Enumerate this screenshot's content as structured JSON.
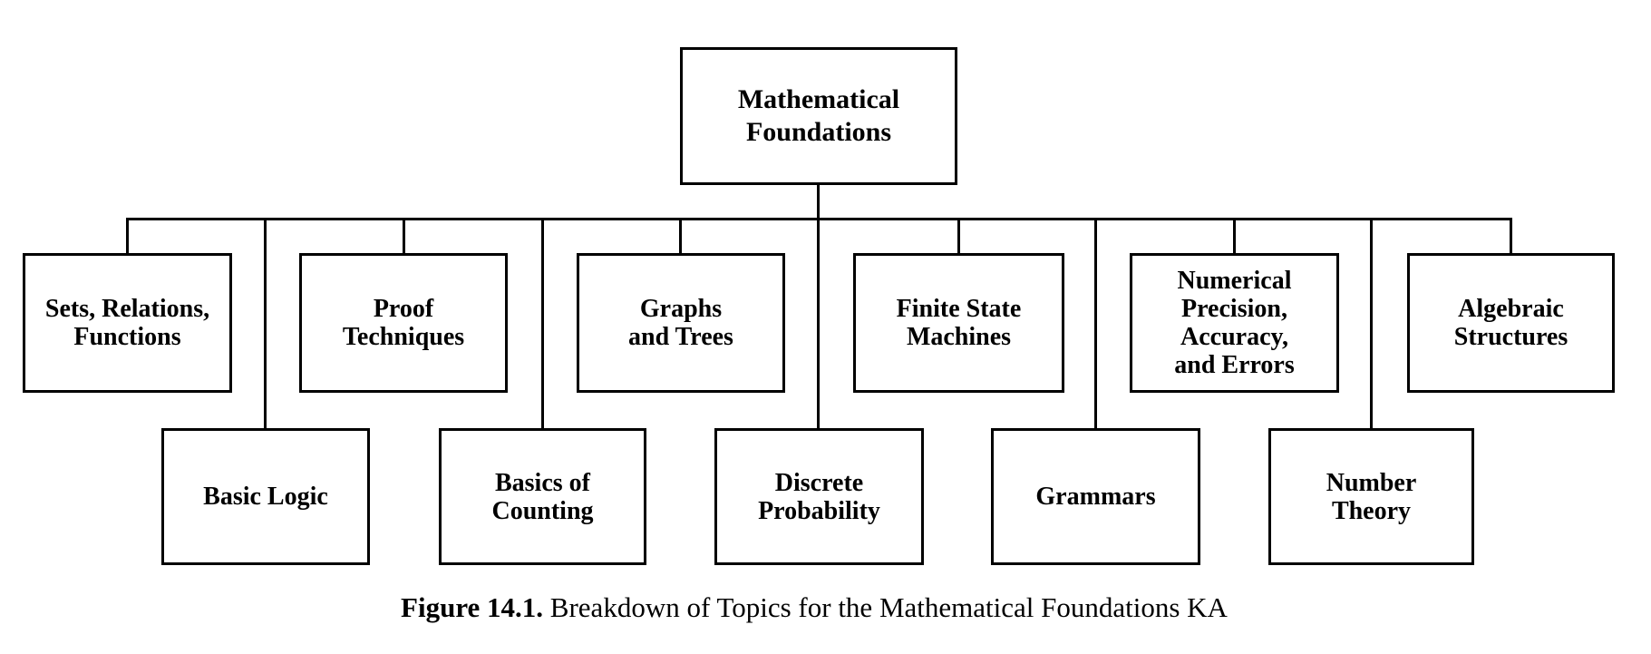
{
  "figure": {
    "root": {
      "label": "Mathematical\nFoundations"
    },
    "level1": [
      {
        "label": "Sets, Relations,\nFunctions"
      },
      {
        "label": "Proof\nTechniques"
      },
      {
        "label": "Graphs\nand Trees"
      },
      {
        "label": "Finite State\nMachines"
      },
      {
        "label": "Numerical\nPrecision,\nAccuracy,\nand Errors"
      },
      {
        "label": "Algebraic\nStructures"
      }
    ],
    "level2": [
      {
        "label": "Basic Logic"
      },
      {
        "label": "Basics of\nCounting"
      },
      {
        "label": "Discrete\nProbability"
      },
      {
        "label": "Grammars"
      },
      {
        "label": "Number\nTheory"
      }
    ],
    "caption": {
      "figure_label": "Figure 14.1.",
      "text": " Breakdown of Topics for the Mathematical Foundations KA"
    },
    "colors": {
      "line": "#000000",
      "text": "#000000",
      "background": "#ffffff"
    }
  }
}
